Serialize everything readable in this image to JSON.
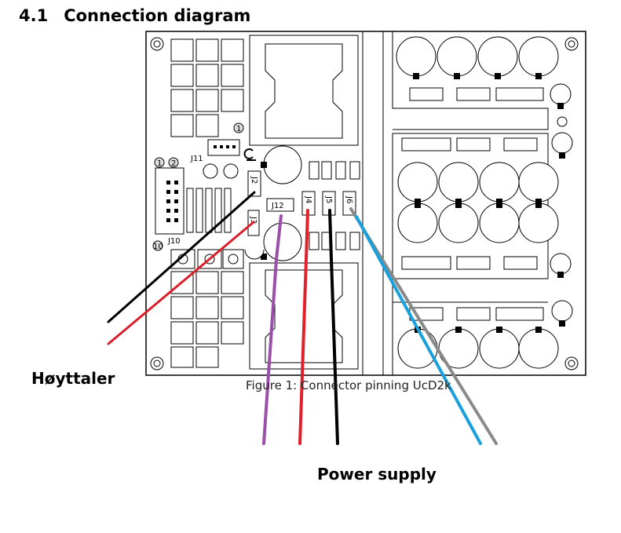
{
  "heading": {
    "number": "4.1",
    "title": "Connection diagram"
  },
  "caption": "Figure 1: Connector pinning UcD2k",
  "labels": {
    "speaker": "Høyttaler",
    "power": "Power supply"
  },
  "connectors": {
    "j2": "J2",
    "j3": "J3",
    "j4": "J4",
    "j5": "J5",
    "j6": "J6",
    "j10": "J10",
    "j11": "J11",
    "j12": "J12",
    "pin1": "1",
    "pin2": "2",
    "pin10": "10",
    "pin1_j11": "1"
  },
  "wire_colors": {
    "speaker_black": "#000000",
    "speaker_red": "#d81f2a",
    "power_purple": "#9b4fa8",
    "power_red": "#e0202a",
    "power_black": "#000000",
    "power_blue": "#1aa0dc",
    "power_gray": "#8a8a8a"
  }
}
